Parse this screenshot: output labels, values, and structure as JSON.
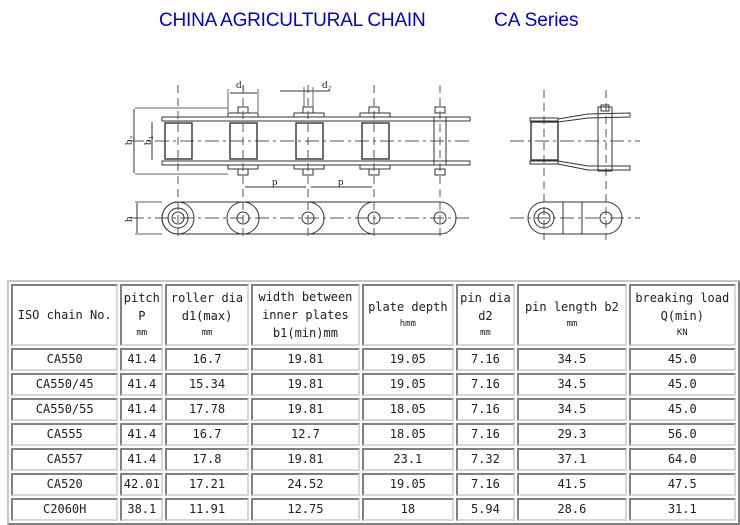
{
  "header": {
    "title": "CHINA AGRICULTURAL CHAIN",
    "series": "CA Series",
    "title_color": "#0000c8"
  },
  "diagram": {
    "labels": {
      "d1": "d₁",
      "d2": "d₂",
      "b1": "b₁",
      "b2": "b₂",
      "p": "p",
      "h": "h"
    }
  },
  "table": {
    "columns": [
      {
        "lines": [
          "ISO chain No."
        ],
        "unit": ""
      },
      {
        "lines": [
          "pitch",
          "P"
        ],
        "unit": "mm"
      },
      {
        "lines": [
          "roller dia",
          "d1(max)"
        ],
        "unit": "mm"
      },
      {
        "lines": [
          "width between",
          "inner plates",
          "b1(min)mm"
        ],
        "unit": ""
      },
      {
        "lines": [
          "plate depth"
        ],
        "unit": "hmm"
      },
      {
        "lines": [
          "pin dia",
          "d2"
        ],
        "unit": "mm"
      },
      {
        "lines": [
          "pin length b2"
        ],
        "unit": "mm"
      },
      {
        "lines": [
          "breaking load",
          "Q(min)"
        ],
        "unit": "KN"
      }
    ],
    "rows": [
      [
        "CA550",
        "41.4",
        "16.7",
        "19.81",
        "19.05",
        "7.16",
        "34.5",
        "45.0"
      ],
      [
        "CA550/45",
        "41.4",
        "15.34",
        "19.81",
        "19.05",
        "7.16",
        "34.5",
        "45.0"
      ],
      [
        "CA550/55",
        "41.4",
        "17.78",
        "19.81",
        "18.05",
        "7.16",
        "34.5",
        "45.0"
      ],
      [
        "CA555",
        "41.4",
        "16.7",
        "12.7",
        "18.05",
        "7.16",
        "29.3",
        "56.0"
      ],
      [
        "CA557",
        "41.4",
        "17.8",
        "19.81",
        "23.1",
        "7.32",
        "37.1",
        "64.0"
      ],
      [
        "CA520",
        "42.01",
        "17.21",
        "24.52",
        "19.05",
        "7.16",
        "41.5",
        "47.5"
      ],
      [
        "C2060H",
        "38.1",
        "11.91",
        "12.75",
        "18",
        "5.94",
        "28.6",
        "31.1"
      ]
    ]
  }
}
